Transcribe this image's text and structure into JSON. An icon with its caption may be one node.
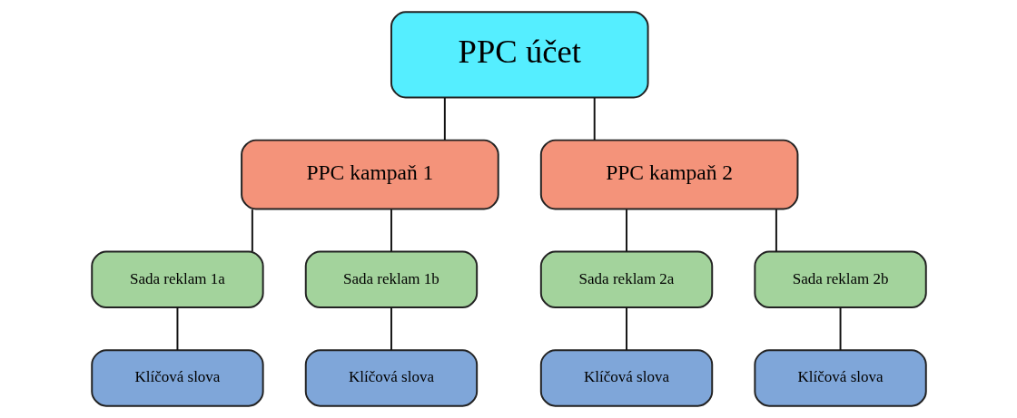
{
  "diagram": {
    "nodes": [
      {
        "text": [
          "PPC účet"
        ]
      },
      {
        "text": [
          "PPC kampaň 1"
        ]
      },
      {
        "text": [
          "PPC kampaň 2"
        ]
      },
      {
        "text": [
          "Sada reklam 1a"
        ]
      },
      {
        "text": [
          "Sada reklam 1b"
        ]
      },
      {
        "text": [
          "Sada reklam 2a"
        ]
      },
      {
        "text": [
          "Sada reklam 2b"
        ]
      },
      {
        "text": [
          "Klíčová slova"
        ]
      },
      {
        "text": [
          "Klíčová slova"
        ]
      },
      {
        "text": [
          "Klíčová slova"
        ]
      },
      {
        "text": [
          "Klíčová slova"
        ]
      }
    ],
    "edges": [
      {
        "from": 0,
        "to": 1,
        "arrow": "none"
      },
      {
        "from": 0,
        "to": 2,
        "arrow": "none"
      },
      {
        "from": 1,
        "to": 3,
        "arrow": "none"
      },
      {
        "from": 1,
        "to": 4,
        "arrow": "none"
      },
      {
        "from": 2,
        "to": 5,
        "arrow": "none"
      },
      {
        "from": 2,
        "to": 6,
        "arrow": "none"
      },
      {
        "from": 3,
        "to": 7,
        "arrow": "none"
      },
      {
        "from": 4,
        "to": 8,
        "arrow": "none"
      },
      {
        "from": 5,
        "to": 9,
        "arrow": "none"
      },
      {
        "from": 6,
        "to": 10,
        "arrow": "none"
      }
    ]
  }
}
